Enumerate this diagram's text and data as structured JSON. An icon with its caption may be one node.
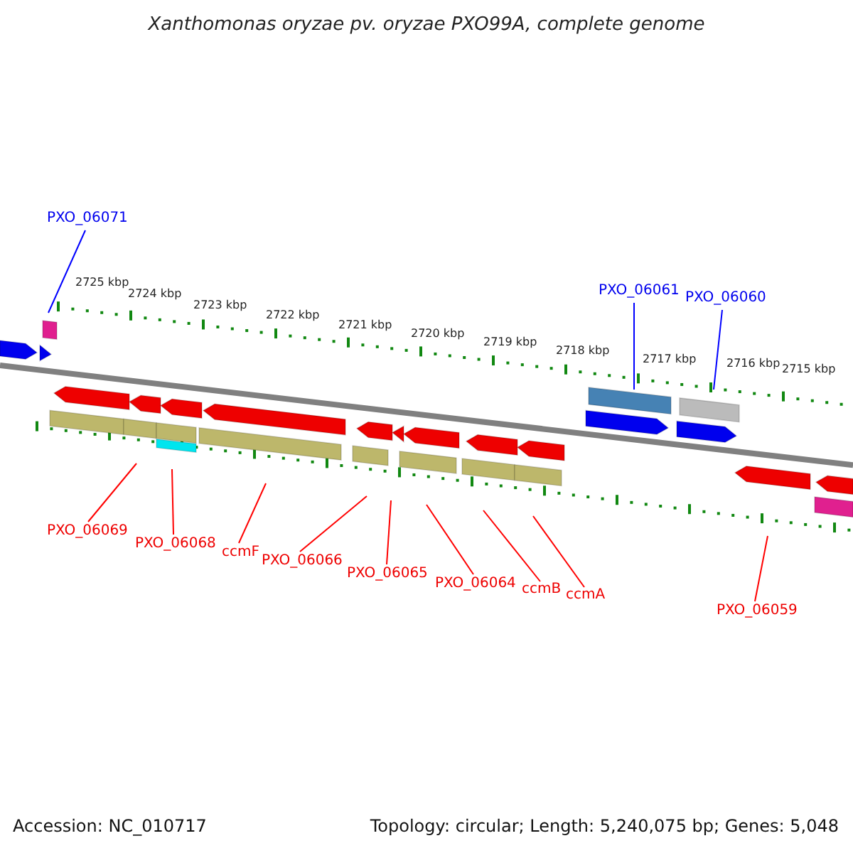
{
  "diagram": {
    "title": "Xanthomonas oryzae pv. oryzae PXO99A, complete genome",
    "nodes": [
      {
        "text": [
          "PXO_06071"
        ]
      },
      {
        "text": [
          "PXO_06061"
        ]
      },
      {
        "text": [
          "PXO_06060"
        ]
      },
      {
        "text": [
          "PXO_06069"
        ]
      },
      {
        "text": [
          "PXO_06068"
        ]
      },
      {
        "text": [
          "ccmF"
        ]
      },
      {
        "text": [
          "PXO_06066"
        ]
      },
      {
        "text": [
          "PXO_06065"
        ]
      },
      {
        "text": [
          "PXO_06064"
        ]
      },
      {
        "text": [
          "ccmB"
        ]
      },
      {
        "text": [
          "ccmA"
        ]
      },
      {
        "text": [
          "PXO_06059"
        ]
      }
    ],
    "edges": [
      {
        "from": 0,
        "to": null,
        "arrow": "none",
        "color": "#0000ff"
      },
      {
        "from": 1,
        "to": null,
        "arrow": "none",
        "color": "#0000ff"
      },
      {
        "from": 2,
        "to": null,
        "arrow": "none",
        "color": "#0000ff"
      },
      {
        "from": 3,
        "to": null,
        "arrow": "none"
      },
      {
        "from": 4,
        "to": null,
        "arrow": "none"
      },
      {
        "from": 5,
        "to": null,
        "arrow": "none"
      },
      {
        "from": 6,
        "to": null,
        "arrow": "none"
      },
      {
        "from": 7,
        "to": null,
        "arrow": "none"
      },
      {
        "from": 8,
        "to": null,
        "arrow": "none"
      },
      {
        "from": 9,
        "to": null,
        "arrow": "none"
      },
      {
        "from": 10,
        "to": null,
        "arrow": "none"
      },
      {
        "from": 11,
        "to": null,
        "arrow": "none"
      }
    ],
    "labels": [
      "2725 kbp",
      "2724 kbp",
      "2723 kbp",
      "2722 kbp",
      "2721 kbp",
      "2720 kbp",
      "2719 kbp",
      "2718 kbp",
      "2717 kbp",
      "2716 kbp",
      "2715 kbp",
      "Accession: NC_010717",
      "Topology: circular; Length: 5,240,075 bp; Genes: 5,048"
    ]
  }
}
